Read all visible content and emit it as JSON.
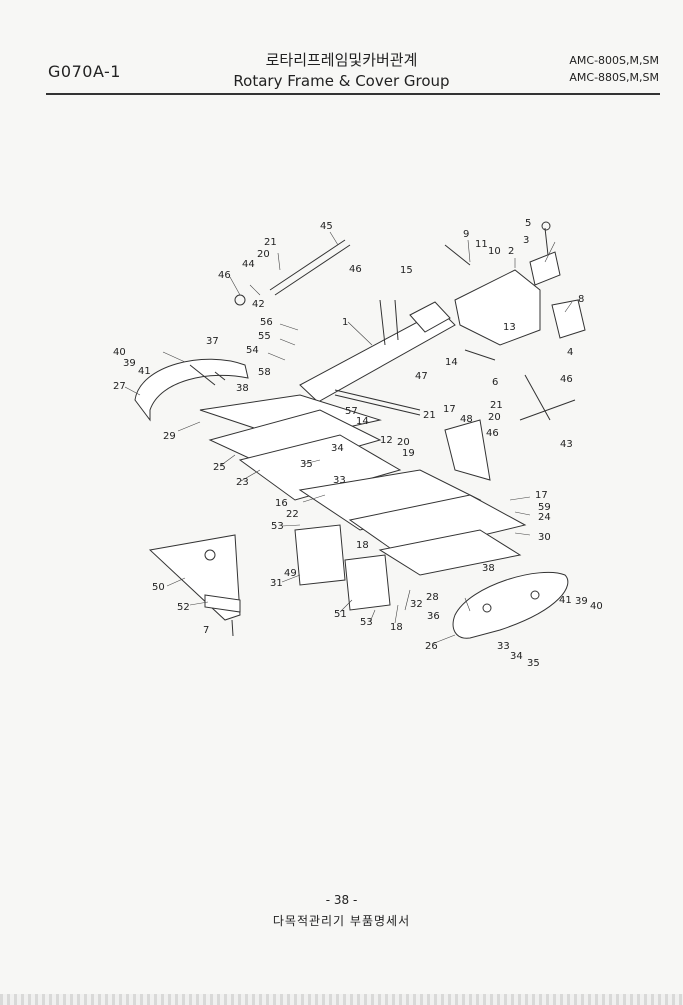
{
  "header": {
    "code": "G070A-1",
    "title_ko": "로타리프레임및카버관계",
    "title_en": "Rotary Frame & Cover Group",
    "model_1": "AMC-800S,M,SM",
    "model_2": "AMC-880S,M,SM"
  },
  "diagram": {
    "callouts": [
      "45",
      "21",
      "20",
      "44",
      "46",
      "42",
      "46",
      "9",
      "11",
      "10",
      "2",
      "3",
      "5",
      "8",
      "15",
      "1",
      "56",
      "55",
      "54",
      "58",
      "13",
      "4",
      "14",
      "6",
      "37",
      "40",
      "39",
      "41",
      "27",
      "38",
      "29",
      "47",
      "46",
      "57",
      "14",
      "21",
      "17",
      "48",
      "21",
      "20",
      "46",
      "43",
      "12",
      "20",
      "19",
      "25",
      "23",
      "35",
      "34",
      "33",
      "16",
      "22",
      "17",
      "59",
      "24",
      "53",
      "30",
      "18",
      "50",
      "49",
      "31",
      "38",
      "28",
      "32",
      "36",
      "41",
      "39",
      "40",
      "52",
      "51",
      "53",
      "18",
      "7",
      "26",
      "33",
      "34",
      "35"
    ]
  },
  "footer": {
    "page": "- 38 -",
    "book": "다목적관리기 부품명세서"
  }
}
